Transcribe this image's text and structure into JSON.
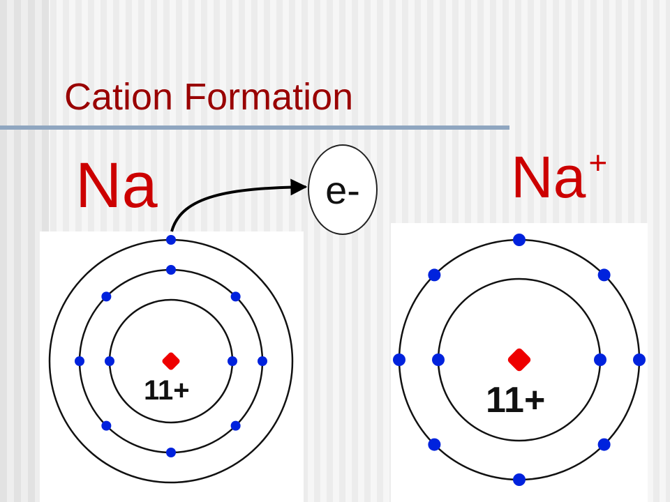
{
  "slide": {
    "title": "Cation Formation"
  },
  "atom_left": {
    "symbol": "Na",
    "nucleus_label": "11+",
    "shells": [
      2,
      8,
      1
    ]
  },
  "atom_right": {
    "symbol": "Na",
    "charge": "+",
    "nucleus_label": "11+",
    "shells": [
      2,
      8
    ]
  },
  "electron": {
    "label": "e-"
  },
  "colors": {
    "title": "#990000",
    "symbol": "#cc0000",
    "electron": "#0022dd",
    "nucleus": "#ee0000",
    "rule": "#8fa6c0"
  }
}
